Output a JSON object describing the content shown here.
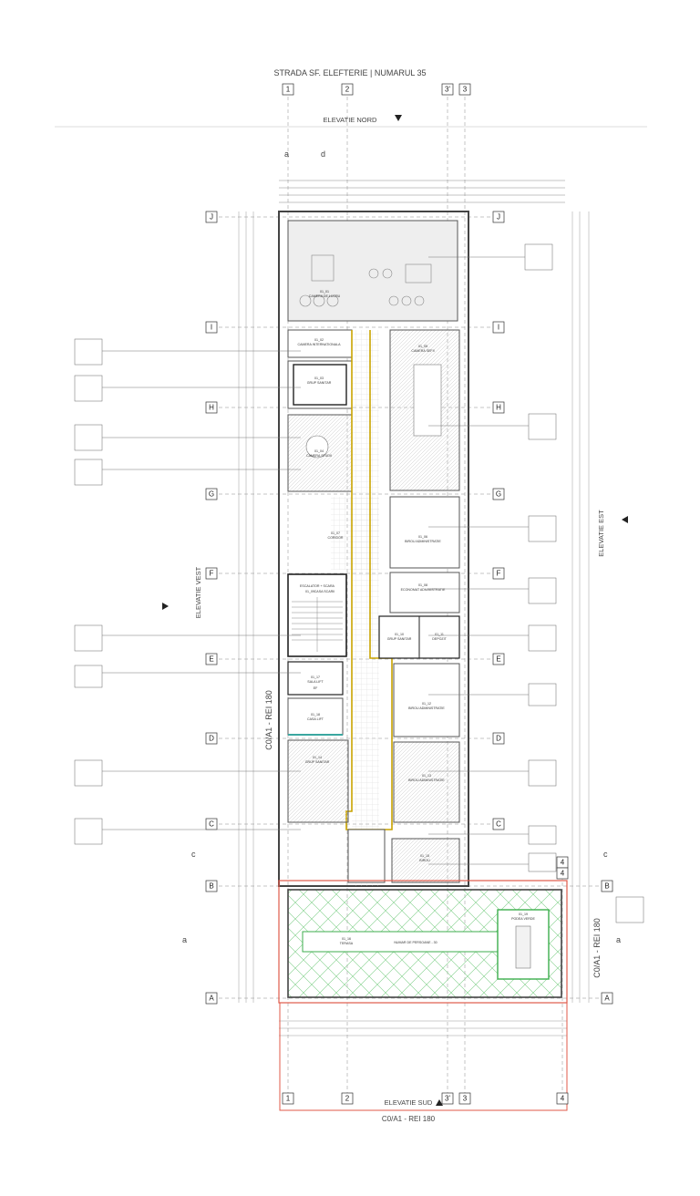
{
  "header": {
    "street": "STRADA SF. ELEFTERIE | NUMARUL 35"
  },
  "elevations": {
    "north": "ELEVATIE  NORD",
    "south": "ELEVATIE  SUD",
    "west": "ELEVATIE  VEST",
    "east": "ELEVATIE  EST"
  },
  "fire_ratings": {
    "west_wall": "C0/A1 - REI 180",
    "east_wall": "C0/A1 - REI 180",
    "bottom": "C0/A1 - REI 180"
  },
  "axes": {
    "vertical_top": [
      "1",
      "2",
      "3'",
      "3"
    ],
    "vertical_bottom": [
      "1",
      "2",
      "3'",
      "3",
      "4"
    ],
    "horizontal": [
      "J",
      "I",
      "H",
      "G",
      "F",
      "E",
      "D",
      "C",
      "B",
      "A"
    ],
    "extra_right": [
      "4",
      "4"
    ],
    "section_marks": [
      "a",
      "d",
      "c",
      "a",
      "c",
      "a"
    ]
  },
  "rooms": [
    {
      "code": "01_01",
      "name": "CAMERA DE LUCRU"
    },
    {
      "code": "01_02",
      "name": "CAMERA INTERNATIONALA"
    },
    {
      "code": "01_03",
      "name": "GRUP SANITAR"
    },
    {
      "code": "01_04",
      "name": "CAMERA STUDII"
    },
    {
      "code": "01_05",
      "name": "CAMERA SEFII"
    },
    {
      "code": "01_06",
      "name": "BIROU ADMINISTRATIE"
    },
    {
      "code": "01_07",
      "name": "CORIDOR"
    },
    {
      "code": "01_08",
      "name": "ECONOMAT ADMINISTRATIE"
    },
    {
      "code": "01_09",
      "name": "CASA SCARII"
    },
    {
      "code": "01_10",
      "name": "GRUP SANITAR"
    },
    {
      "code": "01_11",
      "name": "DEPOZIT"
    },
    {
      "code": "01_12",
      "name": "BIROU ADMINISTRATIE"
    },
    {
      "code": "01_13",
      "name": "BIROU ADMINISTRATIE"
    },
    {
      "code": "01_14",
      "name": "GRUP SANITAR"
    },
    {
      "code": "01_15",
      "name": "BIROU"
    },
    {
      "code": "01_16",
      "name": "TERASA"
    },
    {
      "code": "01_17",
      "name": "SALA LIFT"
    },
    {
      "code": "01_18",
      "name": "CASA LIFT"
    },
    {
      "code": "01_19",
      "name": "PODEA VERDE"
    }
  ],
  "notes": {
    "terrace_inner": "NUMAR DE PERSOANE - 30",
    "stair_label": "ESCALATOR + SCARA",
    "stair_ref": "EF"
  },
  "colors": {
    "linework": "#555555",
    "corridor": "#c9a400",
    "fire_line": "#e05a4a",
    "grass": "#3cae4c",
    "teal_wall": "#3aa7a0",
    "hatch": "#bdbdbd"
  }
}
